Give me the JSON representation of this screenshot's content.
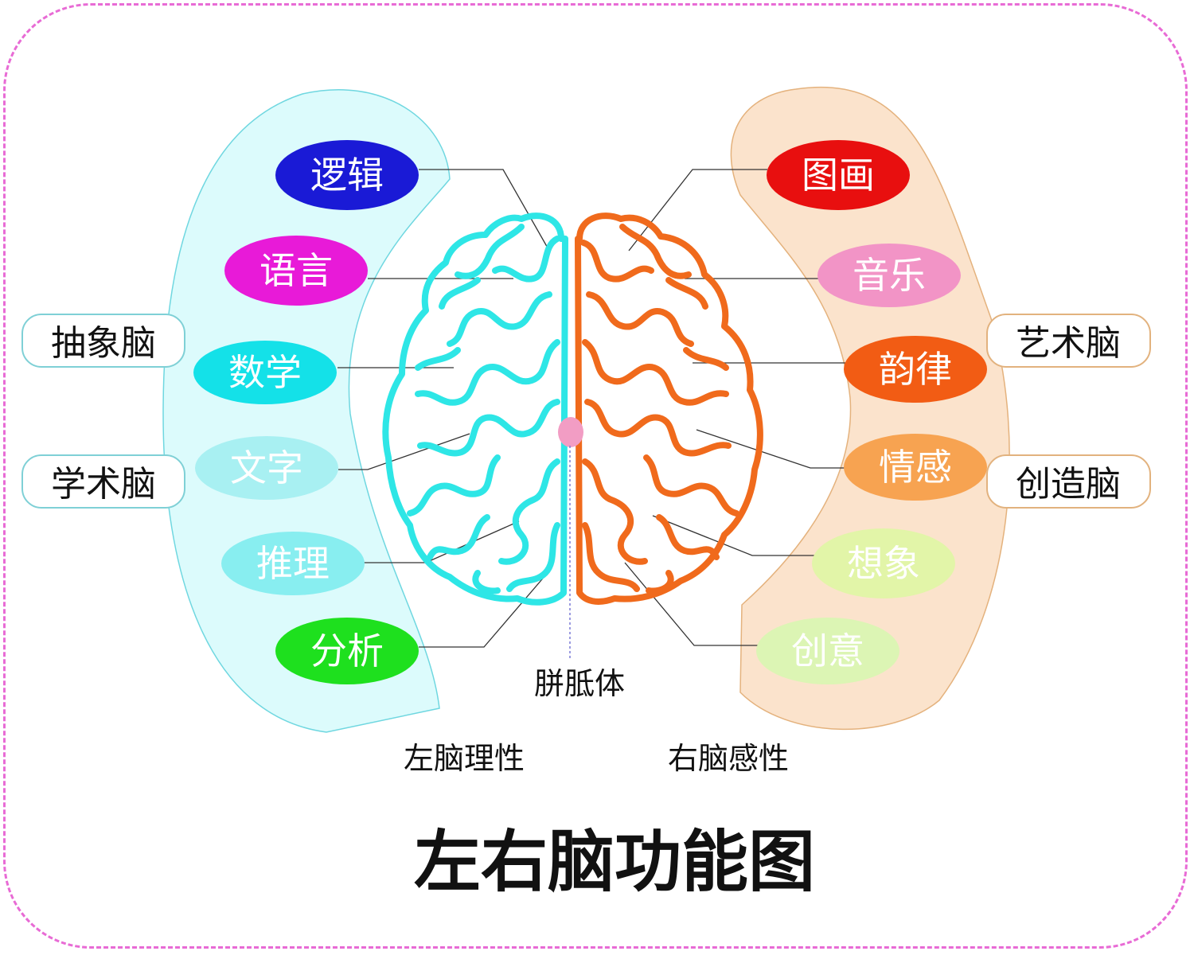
{
  "title": "左右脑功能图",
  "corpus_label": "胼胝体",
  "left": {
    "caption": "左脑理性",
    "side_labels": [
      "抽象脑",
      "学术脑"
    ],
    "items": [
      {
        "label": "逻辑",
        "color": "#1a1ad6",
        "text_color": "#ffffff"
      },
      {
        "label": "语言",
        "color": "#e81ad8",
        "text_color": "#ffffff"
      },
      {
        "label": "数学",
        "color": "#14e1e8",
        "text_color": "#ffffff"
      },
      {
        "label": "文字",
        "color": "#a8f0f2",
        "text_color": "#ffffff"
      },
      {
        "label": "推理",
        "color": "#88eef0",
        "text_color": "#ffffff"
      },
      {
        "label": "分析",
        "color": "#1ee01e",
        "text_color": "#ffffff"
      }
    ],
    "band_color": "#dcfbfc",
    "brain_color": "#2ee6e6"
  },
  "right": {
    "caption": "右脑感性",
    "side_labels": [
      "艺术脑",
      "创造脑"
    ],
    "items": [
      {
        "label": "图画",
        "color": "#e80f0f",
        "text_color": "#ffffff"
      },
      {
        "label": "音乐",
        "color": "#f294c6",
        "text_color": "#ffffff"
      },
      {
        "label": "韵律",
        "color": "#f25c14",
        "text_color": "#ffffff"
      },
      {
        "label": "情感",
        "color": "#f7a351",
        "text_color": "#ffffff"
      },
      {
        "label": "想象",
        "color": "#e2f5a8",
        "text_color": "#ffffff"
      },
      {
        "label": "创意",
        "color": "#dcf5b4",
        "text_color": "#ffffff"
      }
    ],
    "band_color": "#fbe3cc",
    "brain_color": "#f06a1c"
  }
}
